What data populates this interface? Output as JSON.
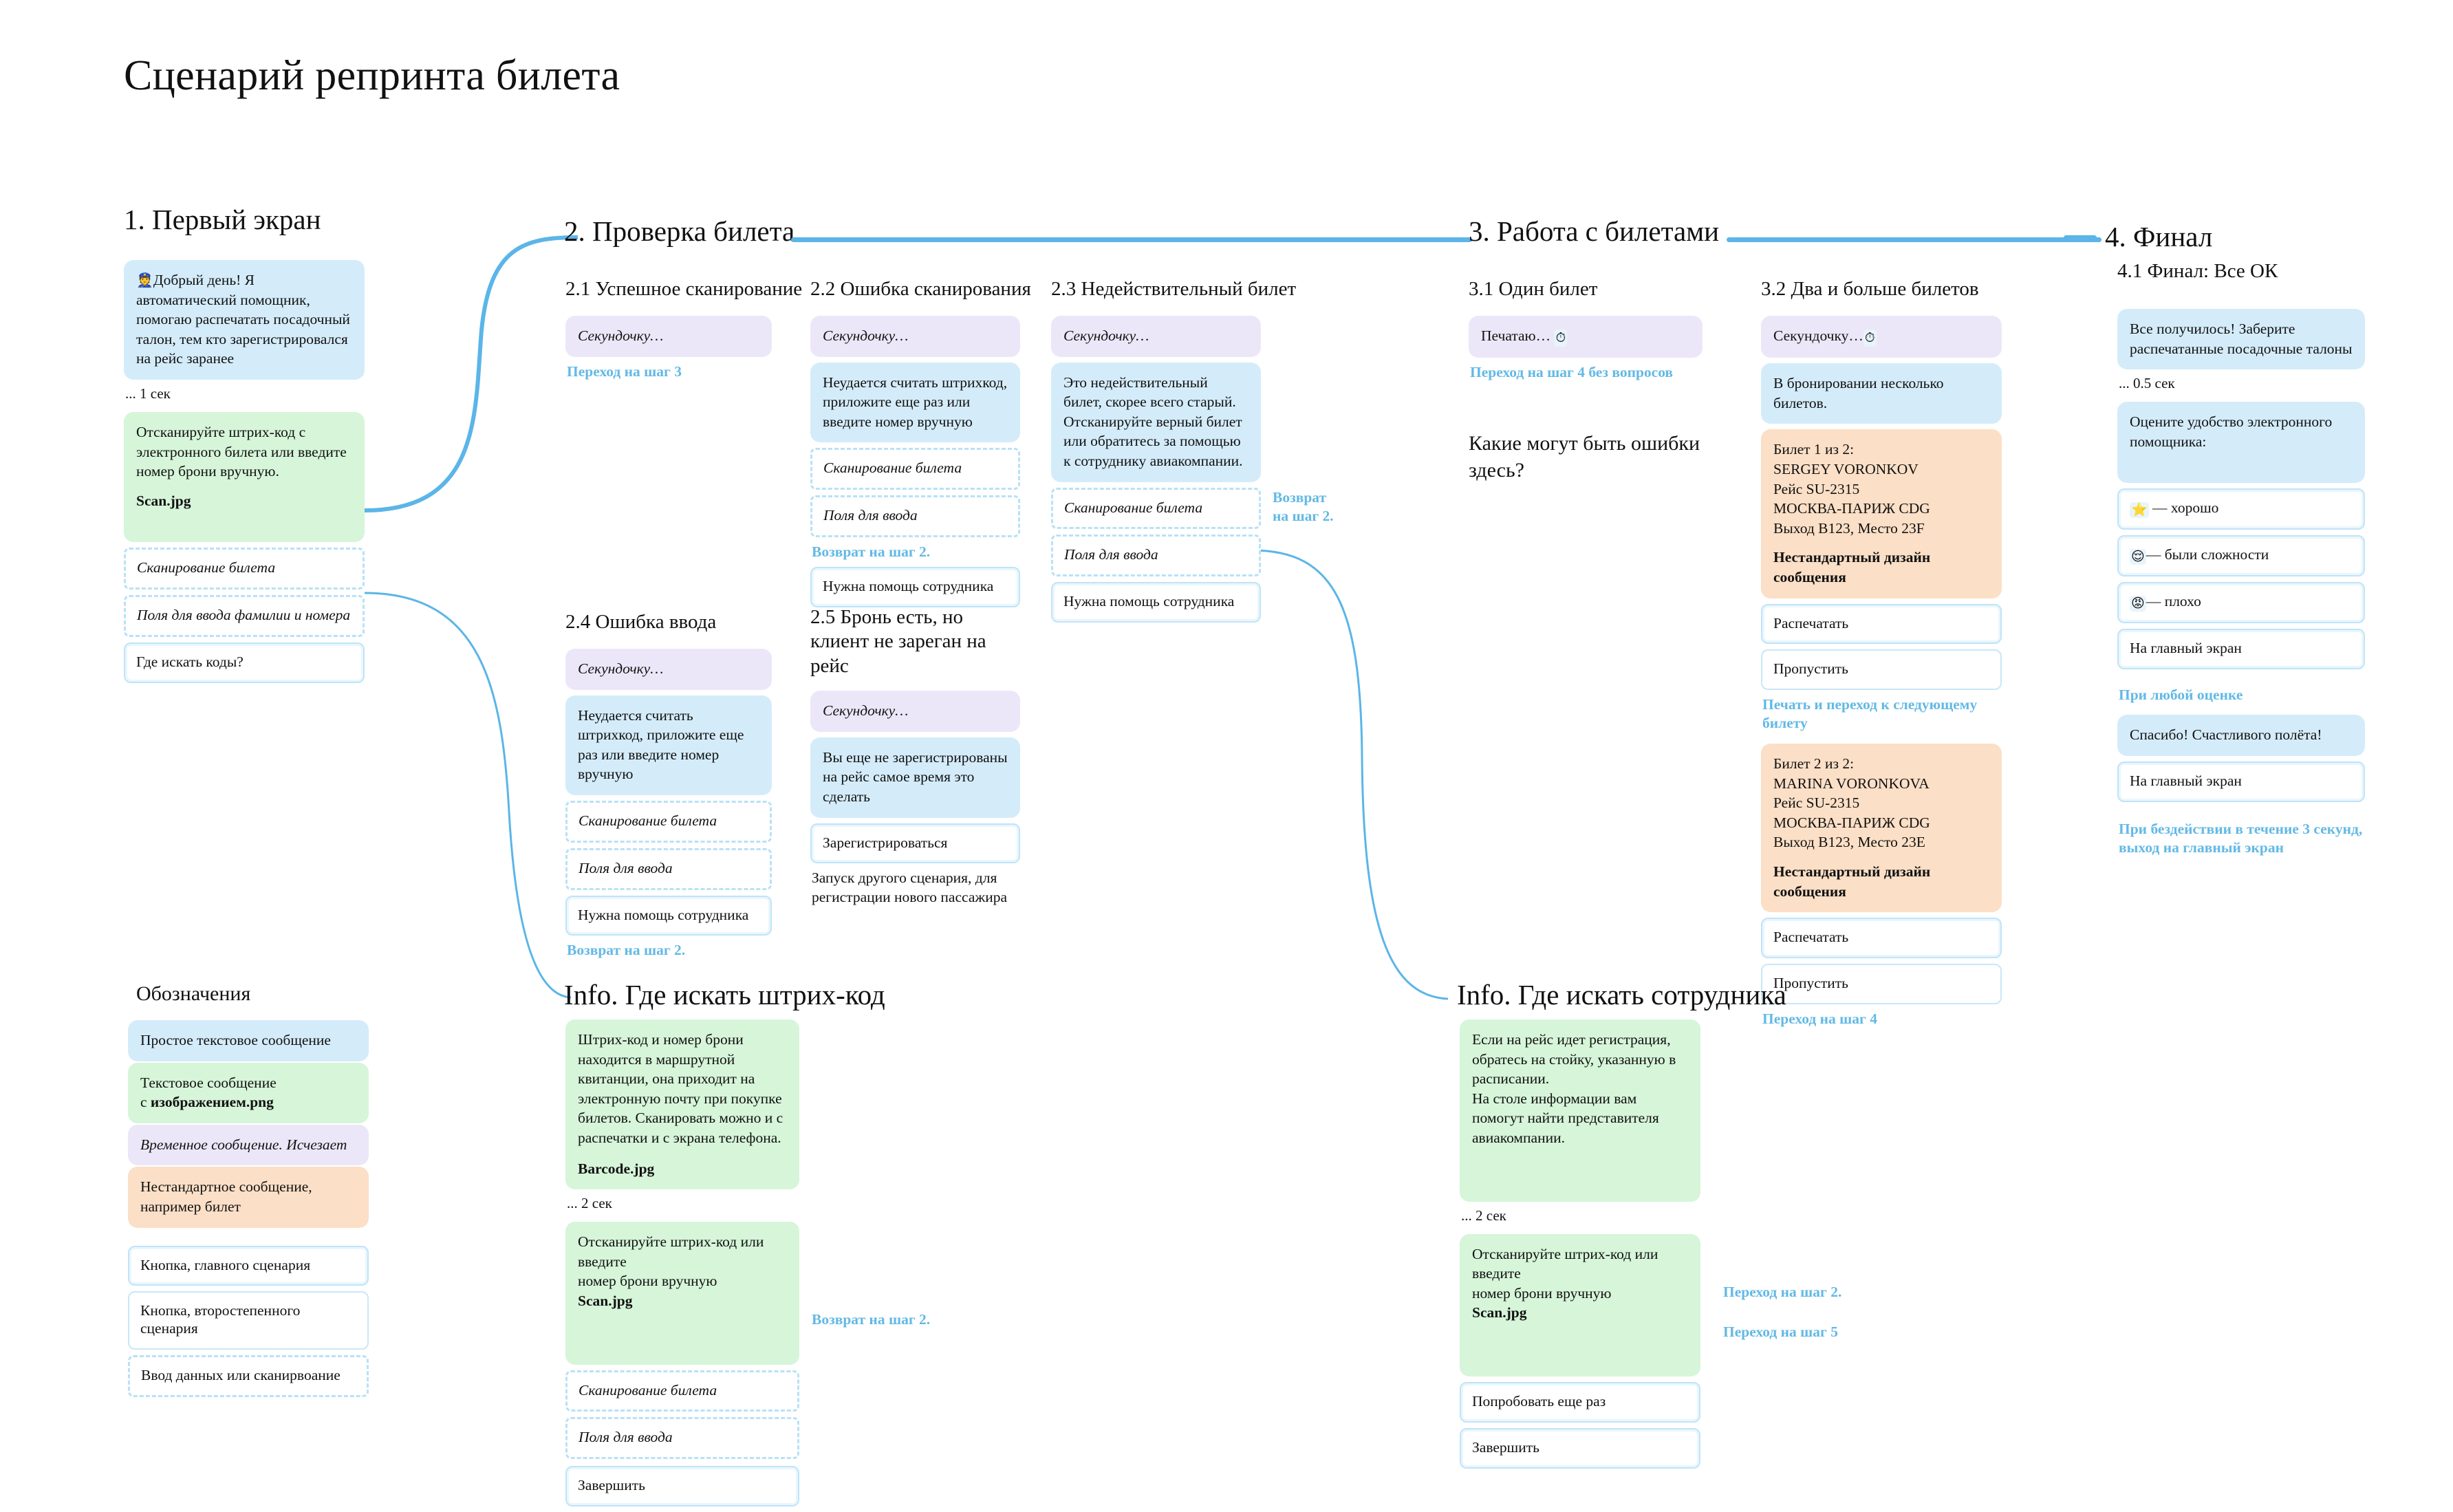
{
  "title": "Сценарий репринта билета",
  "sections": {
    "s1": {
      "heading": "1. Первый экран",
      "greeting": "Добрый день! Я автоматический помощник, помогаю распечатать посадочный талон, тем кто зарегистрировался на рейс заранее",
      "greeting_icon": "👮",
      "delay": "... 1 сек",
      "scan_prompt": "Отсканируйте штрих-код с электронного билета или введите номер брони вручную.",
      "scan_attachment": "Scan.jpg",
      "field_scan": "Сканирование билета",
      "field_input": "Поля для ввода фамилии и номера",
      "btn_where": "Где искать коды?"
    },
    "s2": {
      "heading": "2. Проверка билета",
      "b21": {
        "title": "2.1 Успешное сканирование",
        "temp": "Секундочку…",
        "link": "Переход на шаг 3"
      },
      "b22": {
        "title": "2.2 Ошибка сканирования",
        "temp": "Секундочку…",
        "msg": "Неудается считать штрихкод, приложите еще раз или введите номер вручную",
        "field_scan": "Сканирование билета",
        "field_input": "Поля для ввода",
        "link": "Возврат на шаг 2.",
        "btn_help": "Нужна помощь сотрудника"
      },
      "b23": {
        "title": "2.3 Недействительный билет",
        "temp": "Секундочку…",
        "msg": "Это недействительный билет, скорее всего старый. Отсканируйте верный билет или обратитесь за помощью к сотруднику авиакомпании.",
        "field_scan": "Сканирование билета",
        "field_input": "Поля для ввода",
        "side_link": "Возврат на шаг 2.",
        "btn_help": "Нужна помощь сотрудника"
      },
      "b24": {
        "title": "2.4 Ошибка ввода",
        "temp": "Секундочку…",
        "msg": "Неудается считать штрихкод, приложите еще раз или введите номер вручную",
        "field_scan": "Сканирование билета",
        "field_input": "Поля для ввода",
        "btn_help": "Нужна помощь сотрудника",
        "link": "Возврат на шаг 2."
      },
      "b25": {
        "title": "2.5 Бронь есть, но клиент не зареган на рейс",
        "temp": "Секундочку…",
        "msg": "Вы еще не зарегистрированы на рейс самое время это сделать",
        "btn_register": "Зарегистрироваться",
        "note": "Запуск другого сценария, для регистрации нового пассажира"
      }
    },
    "s3": {
      "heading": "3. Работа с билетами",
      "b31": {
        "title": "3.1 Один билет",
        "printing": "Печатаю…",
        "printing_icon": "⏱",
        "link": "Переход на шаг 4 без вопросов",
        "question": "Какие могут быть ошибки здесь?"
      },
      "b32": {
        "title": "3.2 Два и больше билетов",
        "temp": "Секундочку…",
        "temp_icon": "⏱",
        "msg": "В бронировании несколько билетов.",
        "ticket1": {
          "line1": "Билет 1 из 2:",
          "line2": "SERGEY VORONKOV",
          "line3": "Рейс SU-2315",
          "line4": "МОСКВА-ПАРИЖ CDG",
          "line5": "Выход B123, Место 23F",
          "note": "Нестандартный дизайн сообщения"
        },
        "btn_print_1": "Распечатать",
        "btn_skip_1": "Пропустить",
        "link_mid": "Печать и переход к следующему билету",
        "ticket2": {
          "line1": "Билет 2 из 2:",
          "line2": "MARINA VORONKOVA",
          "line3": "Рейс SU-2315",
          "line4": "МОСКВА-ПАРИЖ CDG",
          "line5": "Выход B123, Место 23E",
          "note": "Нестандартный дизайн сообщения"
        },
        "btn_print_2": "Распечатать",
        "btn_skip_2": "Пропустить",
        "link_end": "Переход на шаг 4"
      }
    },
    "s4": {
      "heading": "4. Финал",
      "sub": "4.1 Финал: Все ОК",
      "msg_done": "Все получилось! Заберите распечатанные посадочные талоны",
      "delay": "... 0.5 сек",
      "msg_rate": "Оцените удобство электронного помощника:",
      "opt_good": "— хорошо",
      "opt_good_icon": "⭐",
      "opt_mid": "— были сложности",
      "opt_mid_icon": "😌",
      "opt_bad": "— плохо",
      "opt_bad_icon": "😡",
      "btn_home_1": "На главный экран",
      "link_any": "При любой оценке",
      "msg_thanks": "Спасибо! Счастливого полёта!",
      "btn_home_2": "На главный экран",
      "link_idle": "При бездействии в течение 3 секунд, выход на главный экран"
    },
    "legend": {
      "title": "Обозначения",
      "plain": "Простое текстовое сообщение",
      "image_line1": "Текстовое сообщение",
      "image_line2_prefix": "с ",
      "image_line2_bold": "изображением.png",
      "temp": "Временное сообщение. Исчезает",
      "custom": "Нестандартное сообщение, например билет",
      "btn_main": "Кнопка, главного сценария",
      "btn_second": "Кнопка, второстепенного сценария",
      "input": "Ввод данных или сканирвоание"
    },
    "info_barcode": {
      "heading": "Info. Где искать штрих-код",
      "msg": "Штрих-код и номер брони находится в маршрутной квитанции, она приходит на электронную почту при покупке билетов. Сканировать можно и с распечатки и с экрана телефона.",
      "attachment": "Barcode.jpg",
      "delay": "... 2 сек",
      "msg2_line1": "Отсканируйте штрих-код или введите",
      "msg2_line2": "номер брони вручную",
      "msg2_attachment": "Scan.jpg",
      "field_scan": "Сканирование билета",
      "field_input": "Поля для ввода",
      "btn_finish": "Завершить",
      "side_link": "Возврат на шаг 2."
    },
    "info_staff": {
      "heading": "Info. Где искать сотрудника",
      "msg": "Если на рейс идет регистрация, обратесь на стойку, указанную в расписании.\nНа столе информации вам помогут найти представителя авиакомпании.",
      "delay": "... 2 сек",
      "msg2_line1": "Отсканируйте штрих-код или введите",
      "msg2_line2": "номер брони вручную",
      "msg2_attachment": "Scan.jpg",
      "btn_retry": "Попробовать еще раз",
      "btn_finish": "Завершить",
      "link_retry": "Переход на шаг 2.",
      "link_finish": "Переход на шаг 5"
    }
  },
  "colors": {
    "accent": "#5bb5e8",
    "link": "#62b9e5",
    "bubble_blue": "#d4ecfa",
    "bubble_green": "#d6f5d9",
    "bubble_purple": "#ece7f8",
    "bubble_orange": "#fbdfc6"
  }
}
